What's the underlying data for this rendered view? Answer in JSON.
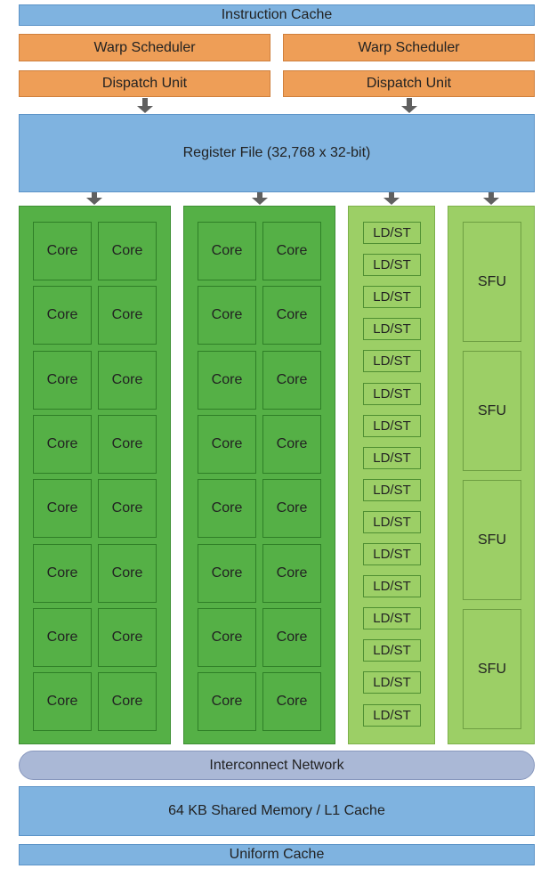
{
  "instruction_cache": "Instruction Cache",
  "warp_schedulers": [
    "Warp Scheduler",
    "Warp Scheduler"
  ],
  "dispatch_units": [
    "Dispatch Unit",
    "Dispatch Unit"
  ],
  "register_file": "Register File (32,768 x 32-bit)",
  "core_label": "Core",
  "ldst_label": "LD/ST",
  "sfu_label": "SFU",
  "interconnect": "Interconnect Network",
  "shared_memory": "64 KB Shared Memory / L1 Cache",
  "uniform_cache": "Uniform Cache",
  "colors": {
    "cache_blue": "#7fb3e0",
    "scheduler_orange": "#ee9e57",
    "core_green": "#55b046",
    "unit_light_green": "#9ccf66",
    "interconnect_lavender": "#aab8d6",
    "arrow_gray": "#606060"
  }
}
